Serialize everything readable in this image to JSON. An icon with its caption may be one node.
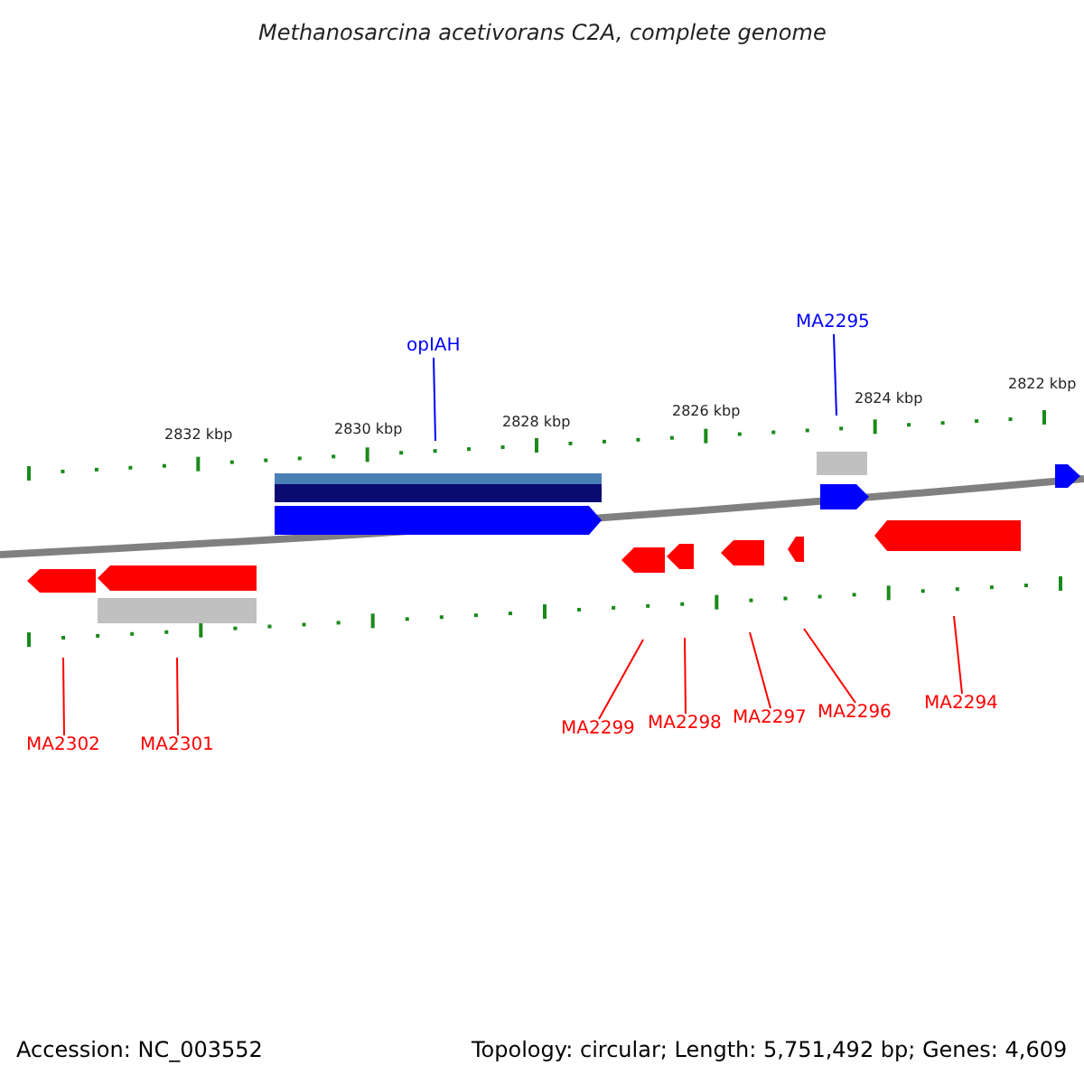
{
  "diagram": {
    "title": "Methanosarcina acetivorans C2A, complete genome",
    "nodes": [
      {
        "text": [
          "opIAH"
        ]
      },
      {
        "text": [
          "MA2295"
        ]
      },
      {
        "text": [
          "MA2302"
        ]
      },
      {
        "text": [
          "MA2301"
        ]
      },
      {
        "text": [
          "MA2299"
        ]
      },
      {
        "text": [
          "MA2298"
        ]
      },
      {
        "text": [
          "MA2297"
        ]
      },
      {
        "text": [
          "MA2296"
        ]
      },
      {
        "text": [
          "MA2294"
        ]
      }
    ],
    "edges": [
      {
        "from": 0,
        "to": null,
        "arrow": "none",
        "color": "#0000ff"
      },
      {
        "from": 1,
        "to": null,
        "arrow": "none",
        "color": "#0000ff"
      },
      {
        "from": 2,
        "to": null,
        "arrow": "none"
      },
      {
        "from": 3,
        "to": null,
        "arrow": "none"
      },
      {
        "from": 4,
        "to": null,
        "arrow": "none"
      },
      {
        "from": 5,
        "to": null,
        "arrow": "none"
      },
      {
        "from": 6,
        "to": null,
        "arrow": "none"
      },
      {
        "from": 7,
        "to": null,
        "arrow": "none"
      },
      {
        "from": 8,
        "to": null,
        "arrow": "none"
      }
    ],
    "labels": [
      "2832 kbp",
      "2830 kbp",
      "2828 kbp",
      "2826 kbp",
      "2824 kbp",
      "2822 kbp",
      "Accession: NC_003552",
      "Topology: circular; Length: 5,751,492 bp; Genes: 4,609"
    ]
  }
}
